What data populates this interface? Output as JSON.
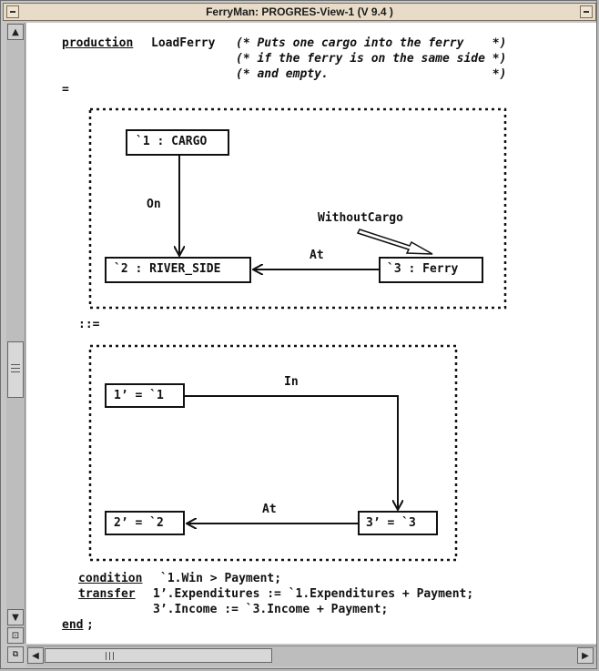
{
  "window": {
    "title": "FerryMan: PROGRES-View-1 (V  9.4 )"
  },
  "code": {
    "production_kw": "production",
    "production_name": "LoadFerry",
    "comment1": "(* Puts one cargo into the ferry    *)",
    "comment2": "(* if the ferry is on the same side *)",
    "comment3": "(* and empty.                       *)",
    "equals": "=",
    "rewrite": "::=",
    "condition_kw": "condition",
    "condition_expr": "`1.Win > Payment;",
    "transfer_kw": "transfer",
    "transfer_line1": "1’.Expenditures := `1.Expenditures + Payment;",
    "transfer_line2": "3’.Income := `3.Income + Payment;",
    "end_kw": "end",
    "end_semicolon": ";"
  },
  "left_graph": {
    "nodes": {
      "cargo": "`1 : CARGO",
      "river": "`2 : RIVER_SIDE",
      "ferry": "`3 : Ferry"
    },
    "edges": {
      "on": "On",
      "at": "At",
      "without_cargo": "WithoutCargo"
    }
  },
  "right_graph": {
    "nodes": {
      "n1": "1’ = `1",
      "n2": "2’ = `2",
      "n3": "3’ = `3"
    },
    "edges": {
      "in": "In",
      "at": "At"
    }
  },
  "scrollbar": {
    "up": "▲",
    "down": "▼",
    "left": "◀",
    "right": "▶"
  }
}
